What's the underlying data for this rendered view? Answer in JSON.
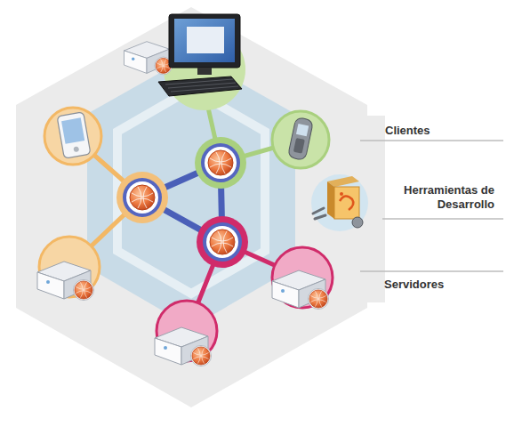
{
  "diagram": {
    "labels": [
      "Clientes",
      "Herramientas de Desarrollo",
      "Servidores"
    ]
  }
}
